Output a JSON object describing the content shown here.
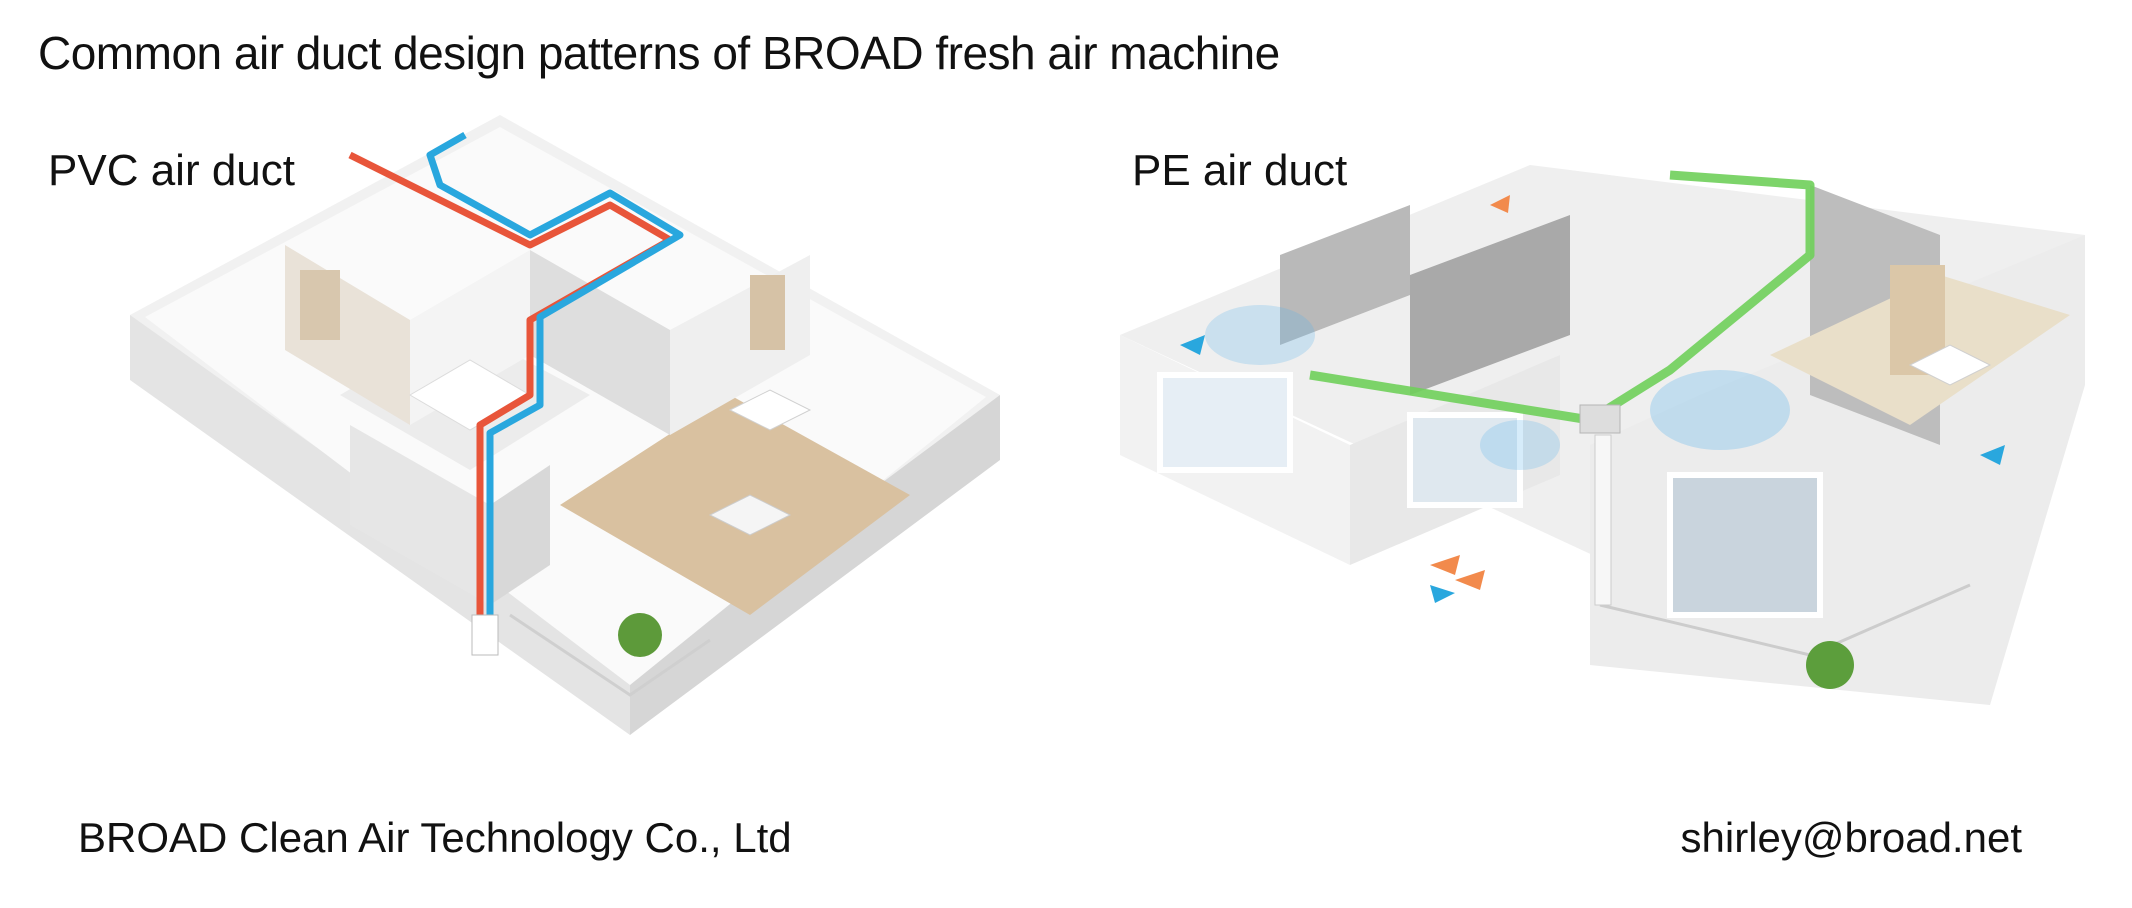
{
  "title": "Common air duct design patterns of BROAD fresh air machine",
  "panels": [
    {
      "label": "PVC air duct",
      "duct_colors": {
        "supply": "#29a7de",
        "exhaust": "#e8553a"
      }
    },
    {
      "label": "PE air duct",
      "duct_colors": {
        "supply": "#6fcf5a",
        "airflow": "#5ab4ea",
        "exhaust": "#f28a4c"
      }
    }
  ],
  "footer": {
    "company": "BROAD Clean Air Technology Co., Ltd",
    "email": "shirley@broad.net"
  }
}
